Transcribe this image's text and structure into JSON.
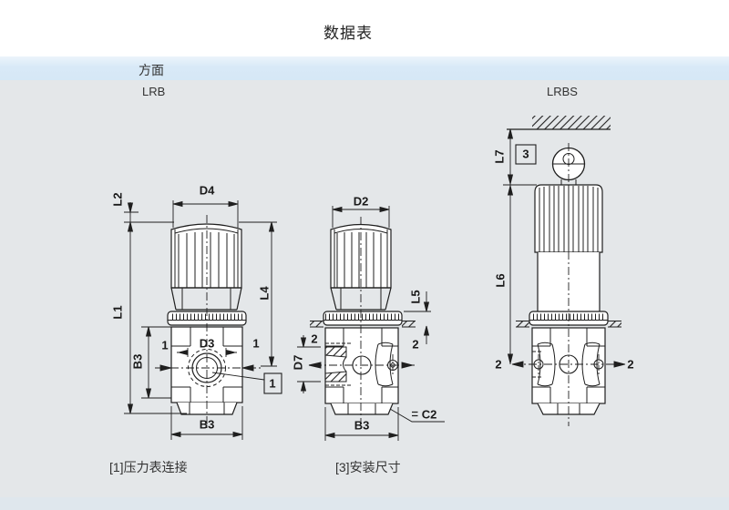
{
  "page": {
    "title": "数据表",
    "section_label": "方面",
    "background_color": "#e4e7e9",
    "accent_color": "#d8e9f7",
    "line_color": "#1f1f1f"
  },
  "views": {
    "lrb": {
      "label": "LRB"
    },
    "lrbs": {
      "label": "LRBS"
    }
  },
  "dimensions": {
    "d4": "D4",
    "l2": "L2",
    "l1": "L1",
    "b3": "B3",
    "d3": "D3",
    "l4": "L4",
    "d2": "D2",
    "l5": "L5",
    "d7": "D7",
    "c2": "C2",
    "l7": "L7",
    "l6": "L6"
  },
  "port_labels": {
    "p1": "1",
    "p2": "2"
  },
  "callouts": {
    "gauge_box": "1",
    "mount_box": "3"
  },
  "footnotes": {
    "gauge": "[1]压力表连接",
    "mounting": "[3]安装尺寸"
  }
}
